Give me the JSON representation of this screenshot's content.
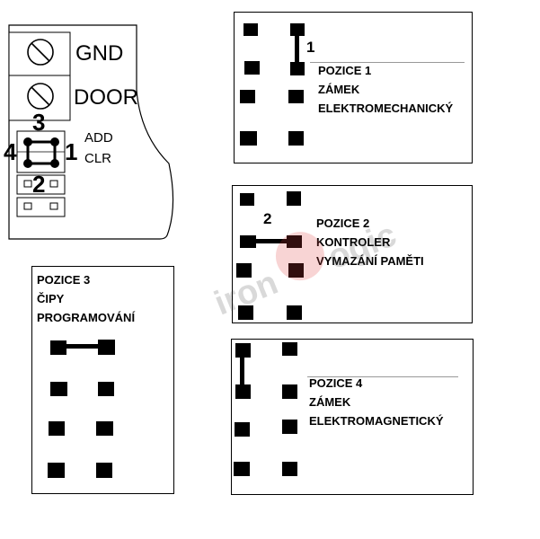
{
  "board": {
    "gnd_label": "GND",
    "door_label": "DOOR",
    "add_label": "ADD",
    "clr_label": "CLR",
    "pin_numbers": {
      "top": "3",
      "left": "4",
      "right": "1",
      "bottom": "2"
    }
  },
  "panels": [
    {
      "id": "pozice-1",
      "jumper_number": "1",
      "lines": [
        "POZICE 1",
        "ZÁMEK",
        "ELEKTROMECHANICKÝ"
      ]
    },
    {
      "id": "pozice-2",
      "jumper_number": "2",
      "lines": [
        "POZICE 2",
        "KONTROLER",
        "VYMAZÁNÍ PAMĚTI"
      ]
    },
    {
      "id": "pozice-3",
      "lines": [
        "POZICE 3",
        "ČIPY",
        "PROGRAMOVÁNÍ"
      ]
    },
    {
      "id": "pozice-4",
      "lines": [
        "POZICE 4",
        "ZÁMEK",
        "ELEKTROMAGNETICKÝ"
      ]
    }
  ],
  "watermark": {
    "text_left": "iron",
    "text_right": "ogic",
    "accent": "#e04040"
  }
}
